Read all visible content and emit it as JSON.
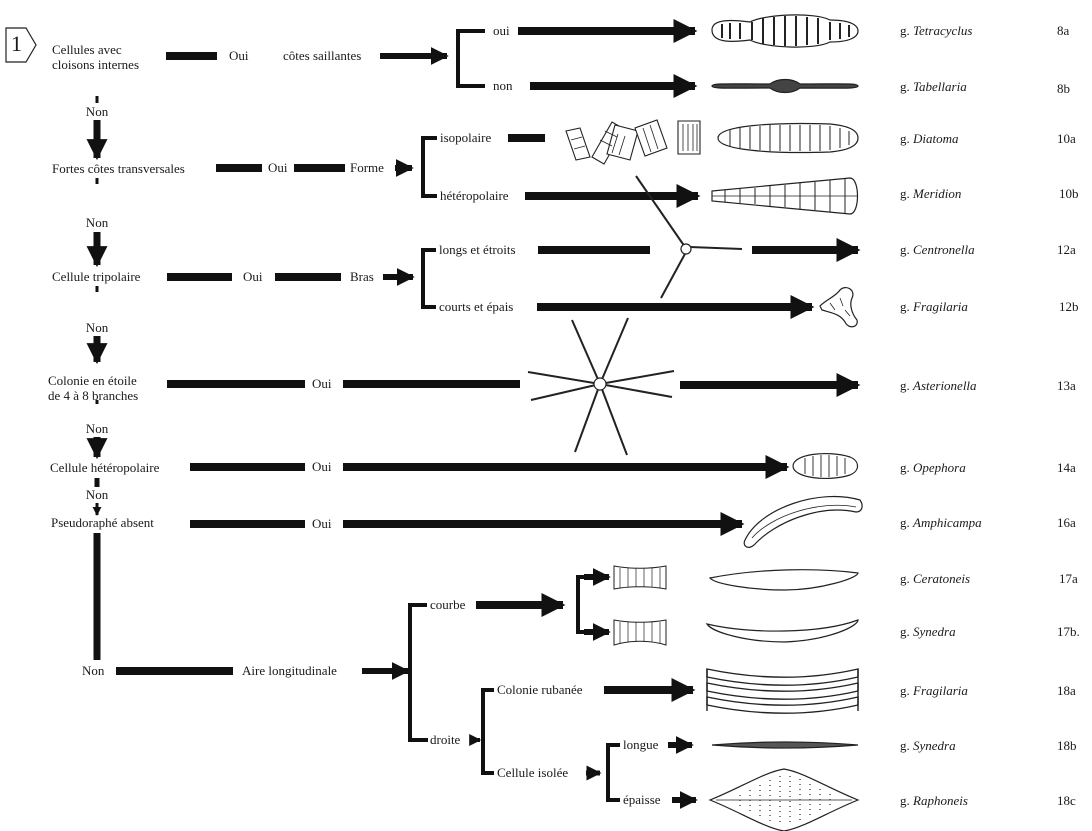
{
  "key": {
    "start_number": "1",
    "labels": {
      "q1": "Cellules avec\ncloisons internes",
      "q2": "Fortes côtes transversales",
      "q3": "Cellule tripolaire",
      "q4": "Colonie en étoile\nde 4 à 8 branches",
      "q5": "Cellule hétéropolaire",
      "q6": "Pseudoraphé absent",
      "cotes_saillantes": "côtes saillantes",
      "forme": "Forme",
      "bras": "Bras",
      "aire_longitudinale": "Aire longitudinale",
      "isopolaire": "isopolaire",
      "heteropolaire": "hétéropolaire",
      "longs_etroits": "longs et étroits",
      "courts_epais": "courts et épais",
      "courbe": "courbe",
      "droite": "droite",
      "colonie_rubanee": "Colonie rubanée",
      "cellule_isolee": "Cellule isolée",
      "longue": "longue",
      "epaisse": "épaisse",
      "oui_lc": "oui",
      "non_lc": "non",
      "oui": "Oui",
      "non": "Non"
    },
    "genera": [
      {
        "prefix": "g.",
        "name": "Tetracyclus",
        "ref": "8a"
      },
      {
        "prefix": "g.",
        "name": "Tabellaria",
        "ref": "8b"
      },
      {
        "prefix": "g.",
        "name": "Diatoma",
        "ref": "10a"
      },
      {
        "prefix": "g.",
        "name": "Meridion",
        "ref": "10b"
      },
      {
        "prefix": "g.",
        "name": "Centronella",
        "ref": "12a"
      },
      {
        "prefix": "g.",
        "name": "Fragilaria",
        "ref": "12b"
      },
      {
        "prefix": "g.",
        "name": "Asterionella",
        "ref": "13a"
      },
      {
        "prefix": "g.",
        "name": "Opephora",
        "ref": "14a"
      },
      {
        "prefix": "g.",
        "name": "Amphicampa",
        "ref": "16a"
      },
      {
        "prefix": "g.",
        "name": "Ceratoneis",
        "ref": "17a"
      },
      {
        "prefix": "g.",
        "name": "Synedra",
        "ref": "17b."
      },
      {
        "prefix": "g.",
        "name": "Fragilaria",
        "ref": "18a"
      },
      {
        "prefix": "g.",
        "name": "Synedra",
        "ref": "18b"
      },
      {
        "prefix": "g.",
        "name": "Raphoneis",
        "ref": "18c"
      }
    ]
  }
}
